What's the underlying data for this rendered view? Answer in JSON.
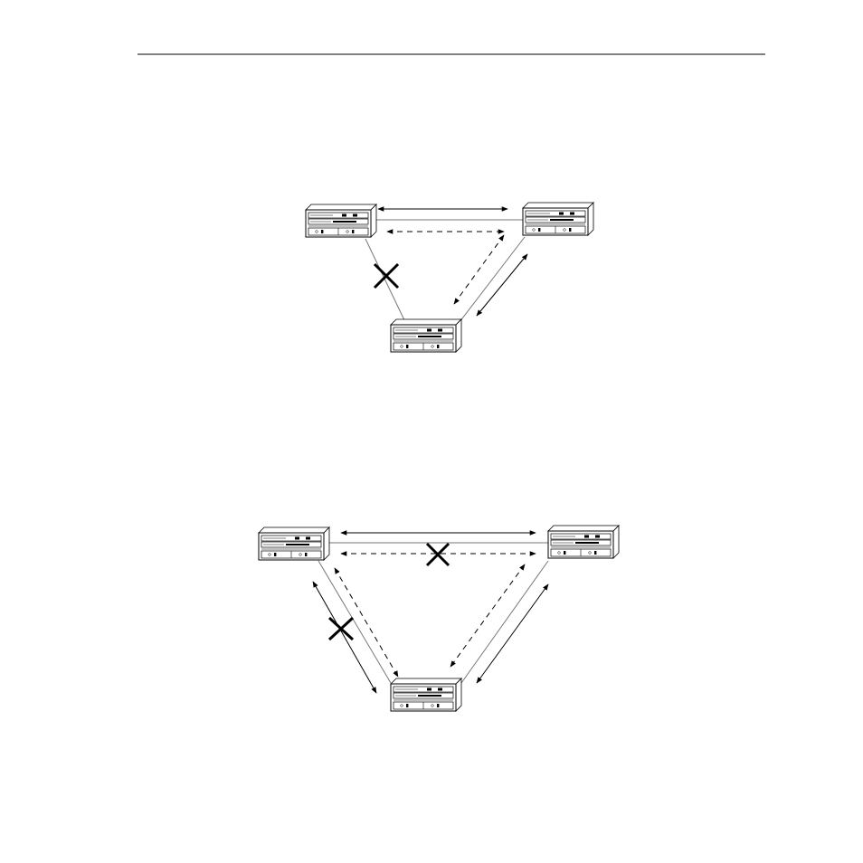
{
  "page": {
    "header_rule": true
  },
  "colors": {
    "ink": "#000000",
    "paper": "#ffffff",
    "link": "#777777"
  },
  "diagrams": [
    {
      "id": "top-topology",
      "devices": [
        "router-left",
        "router-right",
        "router-bottom"
      ],
      "links": [
        {
          "from": "router-left",
          "to": "router-right"
        },
        {
          "from": "router-left",
          "to": "router-bottom",
          "failed": true
        },
        {
          "from": "router-right",
          "to": "router-bottom"
        }
      ],
      "flows": [
        {
          "between": "left-right",
          "style": "solid"
        },
        {
          "between": "left-right",
          "style": "dashed"
        },
        {
          "between": "right-bottom",
          "style": "dashed"
        },
        {
          "between": "right-bottom",
          "style": "solid"
        }
      ]
    },
    {
      "id": "bottom-topology",
      "devices": [
        "router-left",
        "router-right",
        "router-bottom"
      ],
      "links": [
        {
          "from": "router-left",
          "to": "router-right"
        },
        {
          "from": "router-left",
          "to": "router-bottom"
        },
        {
          "from": "router-right",
          "to": "router-bottom"
        }
      ],
      "flows": [
        {
          "between": "left-right",
          "style": "solid"
        },
        {
          "between": "left-right",
          "style": "dashed",
          "blocked": true
        },
        {
          "between": "left-bottom",
          "style": "solid",
          "blocked": true
        },
        {
          "between": "left-bottom",
          "style": "dashed"
        },
        {
          "between": "right-bottom",
          "style": "dashed"
        },
        {
          "between": "right-bottom",
          "style": "solid"
        }
      ]
    }
  ]
}
